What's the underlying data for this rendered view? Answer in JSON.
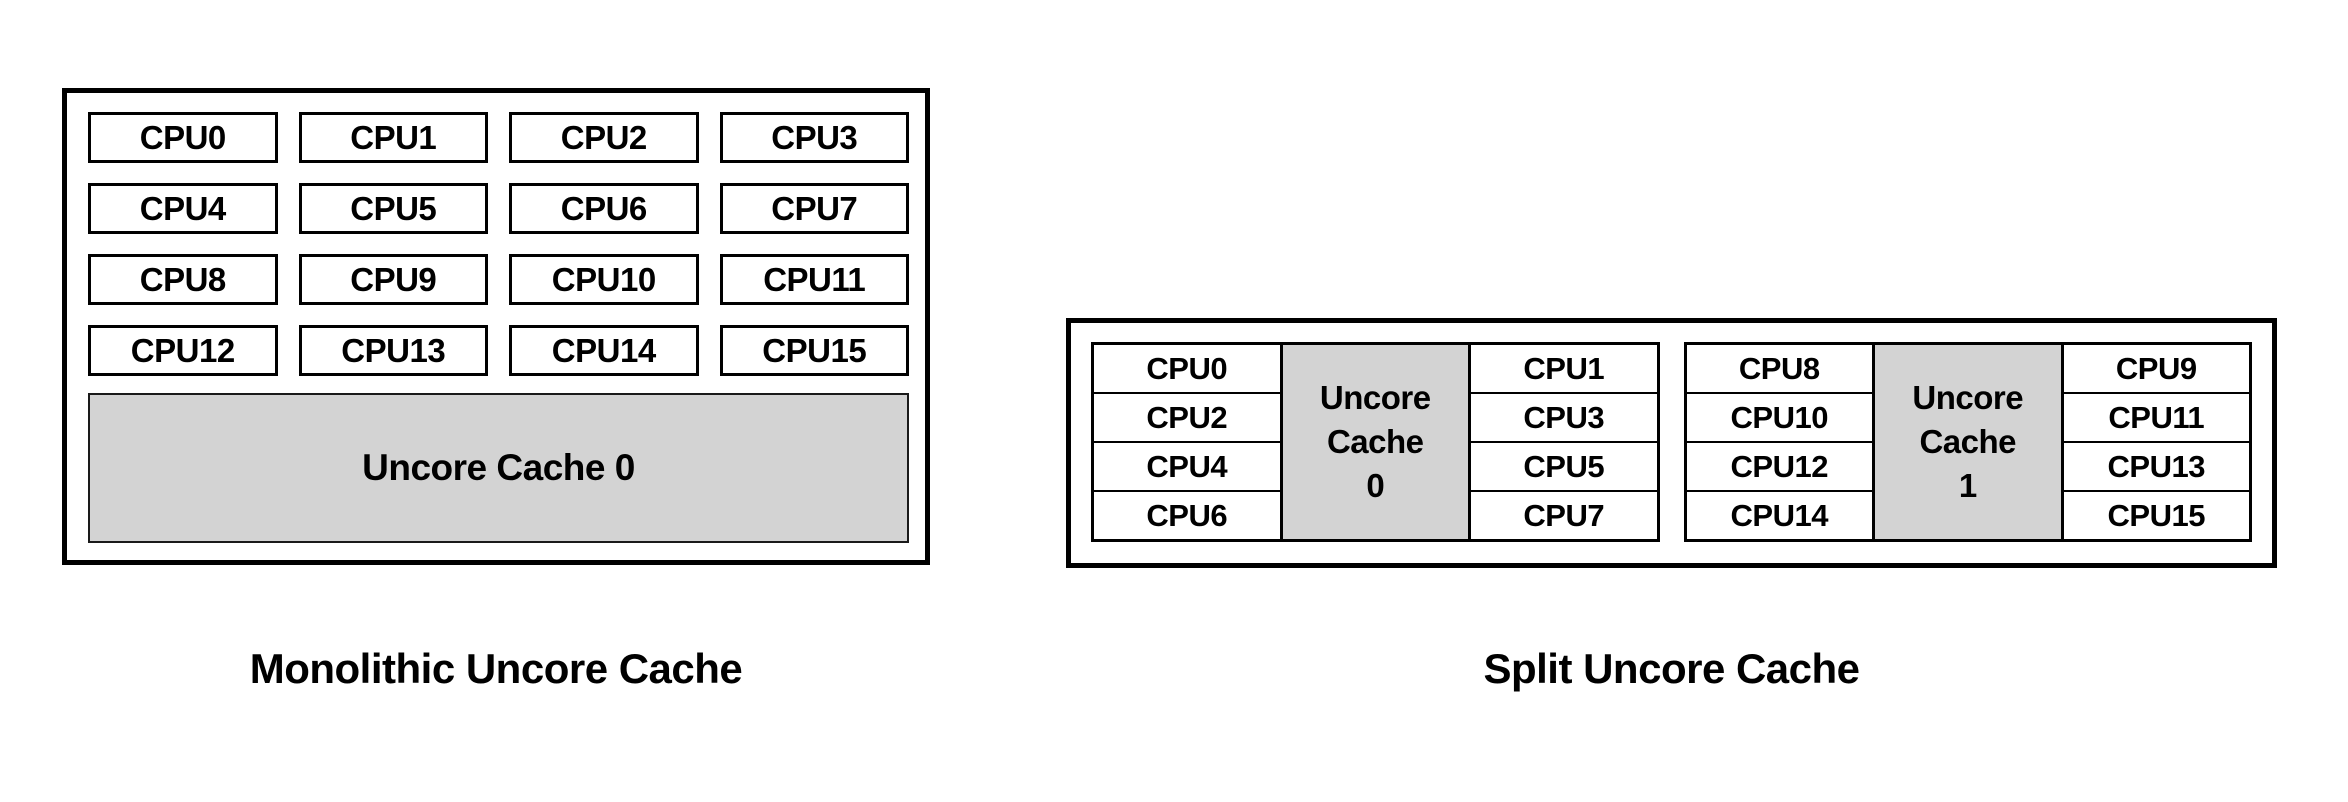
{
  "colors": {
    "ink": "#000000",
    "cache_fill": "#d3d3d3",
    "background": "#ffffff"
  },
  "monolithic": {
    "caption": "Monolithic Uncore Cache",
    "cpus": [
      "CPU0",
      "CPU1",
      "CPU2",
      "CPU3",
      "CPU4",
      "CPU5",
      "CPU6",
      "CPU7",
      "CPU8",
      "CPU9",
      "CPU10",
      "CPU11",
      "CPU12",
      "CPU13",
      "CPU14",
      "CPU15"
    ],
    "cache_label": "Uncore Cache 0"
  },
  "split": {
    "caption": "Split Uncore Cache",
    "clusters": [
      {
        "left_cpus": [
          "CPU0",
          "CPU2",
          "CPU4",
          "CPU6"
        ],
        "cache_lines": [
          "Uncore",
          "Cache",
          "0"
        ],
        "right_cpus": [
          "CPU1",
          "CPU3",
          "CPU5",
          "CPU7"
        ]
      },
      {
        "left_cpus": [
          "CPU8",
          "CPU10",
          "CPU12",
          "CPU14"
        ],
        "cache_lines": [
          "Uncore",
          "Cache",
          "1"
        ],
        "right_cpus": [
          "CPU9",
          "CPU11",
          "CPU13",
          "CPU15"
        ]
      }
    ]
  }
}
